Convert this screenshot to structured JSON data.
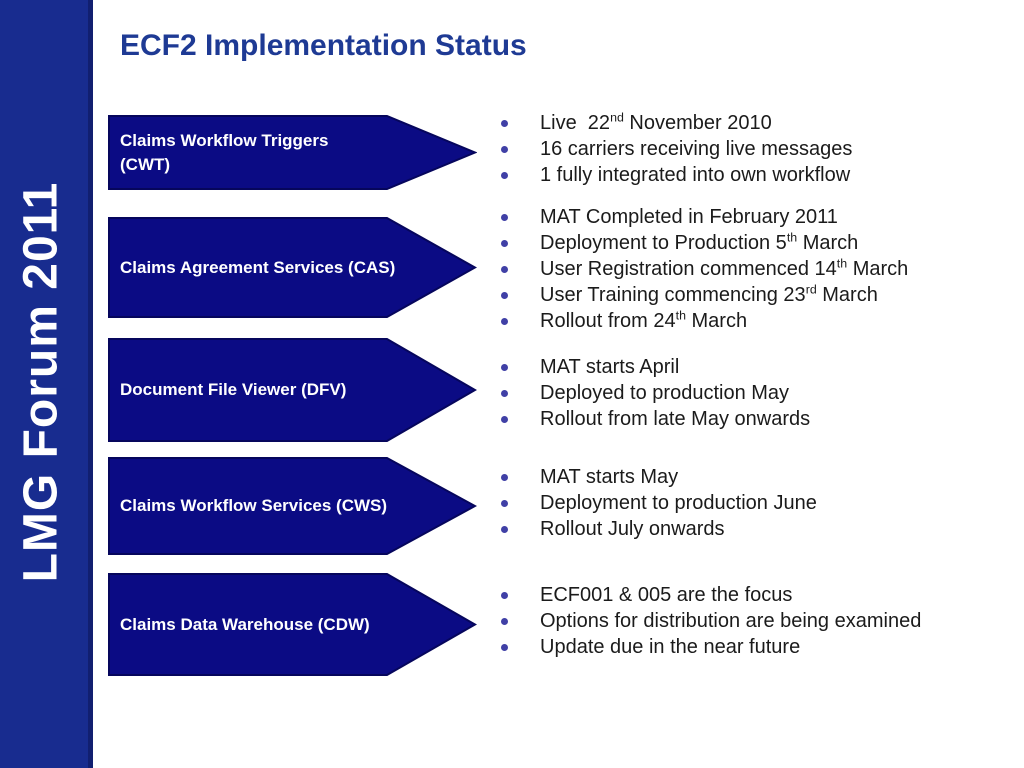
{
  "header": {
    "title": "ECF2 Implementation Status"
  },
  "sidebar": {
    "text": "LMG Forum 2011"
  },
  "colors": {
    "background": "#ffffff",
    "sidebar-bg": "#182c8f",
    "sidebar-edge": "#111f70",
    "arrow-fill": "#0b0b84",
    "arrow-border": "#06065c",
    "arrow-text": "#ffffff",
    "title-color": "#1e3a94",
    "bullet-dot": "#4040a6",
    "text-color": "#1b1b1b"
  },
  "rows": [
    {
      "id": "cwt",
      "arrow_label": "Claims Workflow Triggers\n(CWT)",
      "bullets": [
        "Live  22^{nd} November 2010",
        "16 carriers receiving live messages",
        "1 fully integrated into own workflow"
      ]
    },
    {
      "id": "cas",
      "arrow_label": "Claims Agreement Services (CAS)",
      "bullets": [
        "MAT Completed in February 2011",
        "Deployment to Production 5^{th} March",
        "User Registration commenced 14^{th} March",
        "User Training commencing 23^{rd} March",
        "Rollout from 24^{th} March"
      ]
    },
    {
      "id": "dfv",
      "arrow_label": "Document File Viewer (DFV)",
      "bullets": [
        "MAT starts April",
        "Deployed to production May",
        "Rollout from late May onwards"
      ]
    },
    {
      "id": "cws",
      "arrow_label": "Claims Workflow Services (CWS)",
      "bullets": [
        "MAT starts May",
        "Deployment to production June",
        "Rollout July onwards"
      ]
    },
    {
      "id": "cdw",
      "arrow_label": "Claims Data Warehouse (CDW)",
      "bullets": [
        "ECF001 & 005 are the focus",
        "Options for distribution are being examined",
        "Update due in the near future"
      ]
    }
  ]
}
